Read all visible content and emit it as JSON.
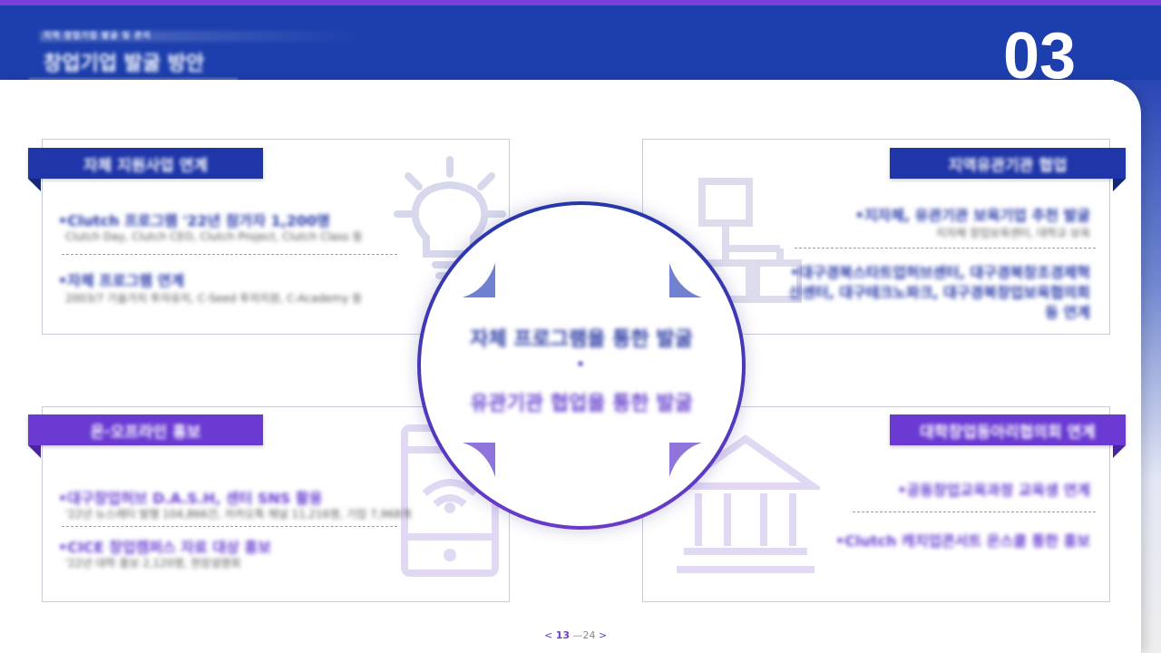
{
  "header": {
    "supertitle": "지역 창업기업 발굴 및 관리",
    "title": "창업기업 발굴 방안",
    "section_number": "03"
  },
  "cards": {
    "top_left": {
      "tag": "자체 지원사업 연계",
      "item1_title": "•Clutch 프로그램 '22년 참가자 1,200명",
      "item1_sub": "Clutch Day, Clutch CEO, Clutch Project, Clutch Class 등",
      "item2_title": "•자체 프로그램 연계",
      "item2_sub": "2003/7 기술가치 투자유치, C-Seed 투자지원, C-Academy 등"
    },
    "top_right": {
      "tag": "지역유관기관 협업",
      "item1_title": "•지자체, 유관기관 보육기업 추천 발굴",
      "item1_sub": "지자체 창업보육센터, 대학교 보육",
      "item2_title": "•대구경북스타트업허브센터, 대구경북창조경제혁신센터, 대구테크노파크, 대구경북창업보육협의회 등 연계"
    },
    "bottom_left": {
      "tag": "온·오프라인 홍보",
      "item1_title": "•대구창업허브 D.A.S.H, 센터 SNS 활용",
      "item1_sub": "'22년 뉴스레터 발행 104,866건, 카카오톡 채널 11,216명, 기업 7,968개",
      "item2_title": "•CICE 창업캠퍼스 자료 대상 홍보",
      "item2_sub": "'22년 대학 홍보 2,120명, 현장설명회"
    },
    "bottom_right": {
      "tag": "대학창업동아리협의회 연계",
      "item1_title": "•공동창업교육과정 교육생 연계",
      "item2_title": "•Clutch 캐치업콘서트 온스쿨 통한 홍보"
    }
  },
  "center": {
    "line1": "자체 프로그램을 통한 발굴",
    "separator": "•",
    "line2": "유관기관 협업을 통한 발굴"
  },
  "pager": {
    "prev": "<",
    "current": "13",
    "separator": "—",
    "total": "24",
    "next": ">"
  },
  "icons": {
    "top_left": "lightbulb-icon",
    "top_right": "network-icon",
    "bottom_left": "smartphone-wifi-icon",
    "bottom_right": "institution-building-icon"
  },
  "colors": {
    "header_blue": "#1d3fad",
    "accent_purple": "#7a3fd8",
    "tag_blue": "#1f35a8",
    "tag_purple": "#6a3ad2"
  }
}
